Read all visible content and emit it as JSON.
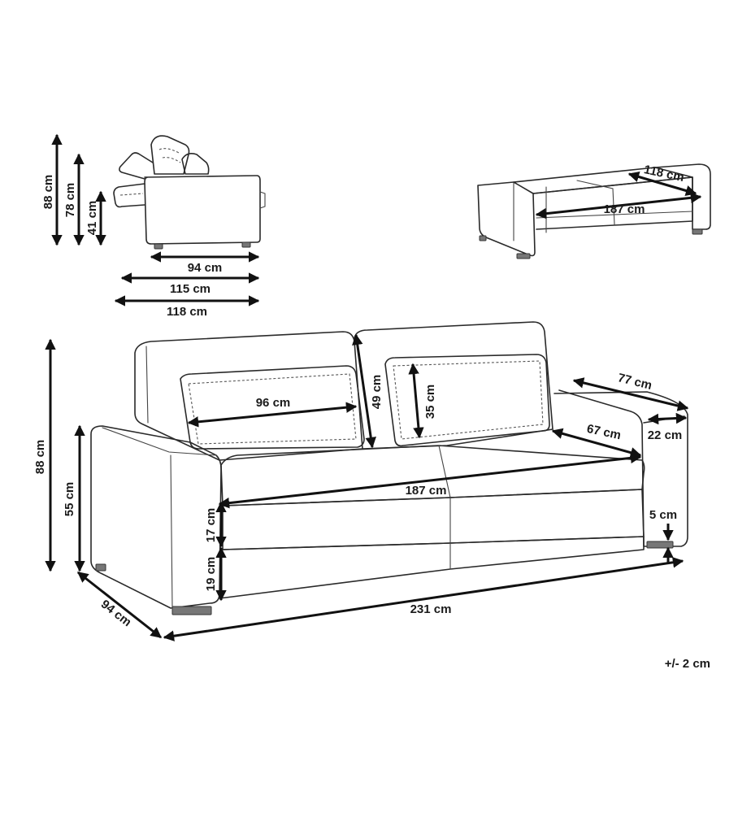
{
  "side_view": {
    "height_total": "88 cm",
    "height_back": "78 cm",
    "height_seat": "41 cm",
    "depth_seat": "94 cm",
    "depth_reclined": "115 cm",
    "depth_total": "118 cm"
  },
  "bed_view": {
    "bed_width": "118 cm",
    "bed_length": "187 cm"
  },
  "front_view": {
    "height_total": "88 cm",
    "height_arm": "55 cm",
    "cushion_height": "17 cm",
    "base_height": "19 cm",
    "depth": "94 cm",
    "width_total": "231 cm",
    "seat_width": "187 cm",
    "pillow_width": "96 cm",
    "pillow_height": "35 cm",
    "back_height": "49 cm",
    "seat_depth": "67 cm",
    "arm_depth": "77 cm",
    "arm_width": "22 cm",
    "leg_height": "5 cm"
  },
  "tolerance": "+/- 2 cm",
  "colors": {
    "line": "#2a2a2a",
    "dimension": "#111111",
    "background": "#ffffff"
  }
}
